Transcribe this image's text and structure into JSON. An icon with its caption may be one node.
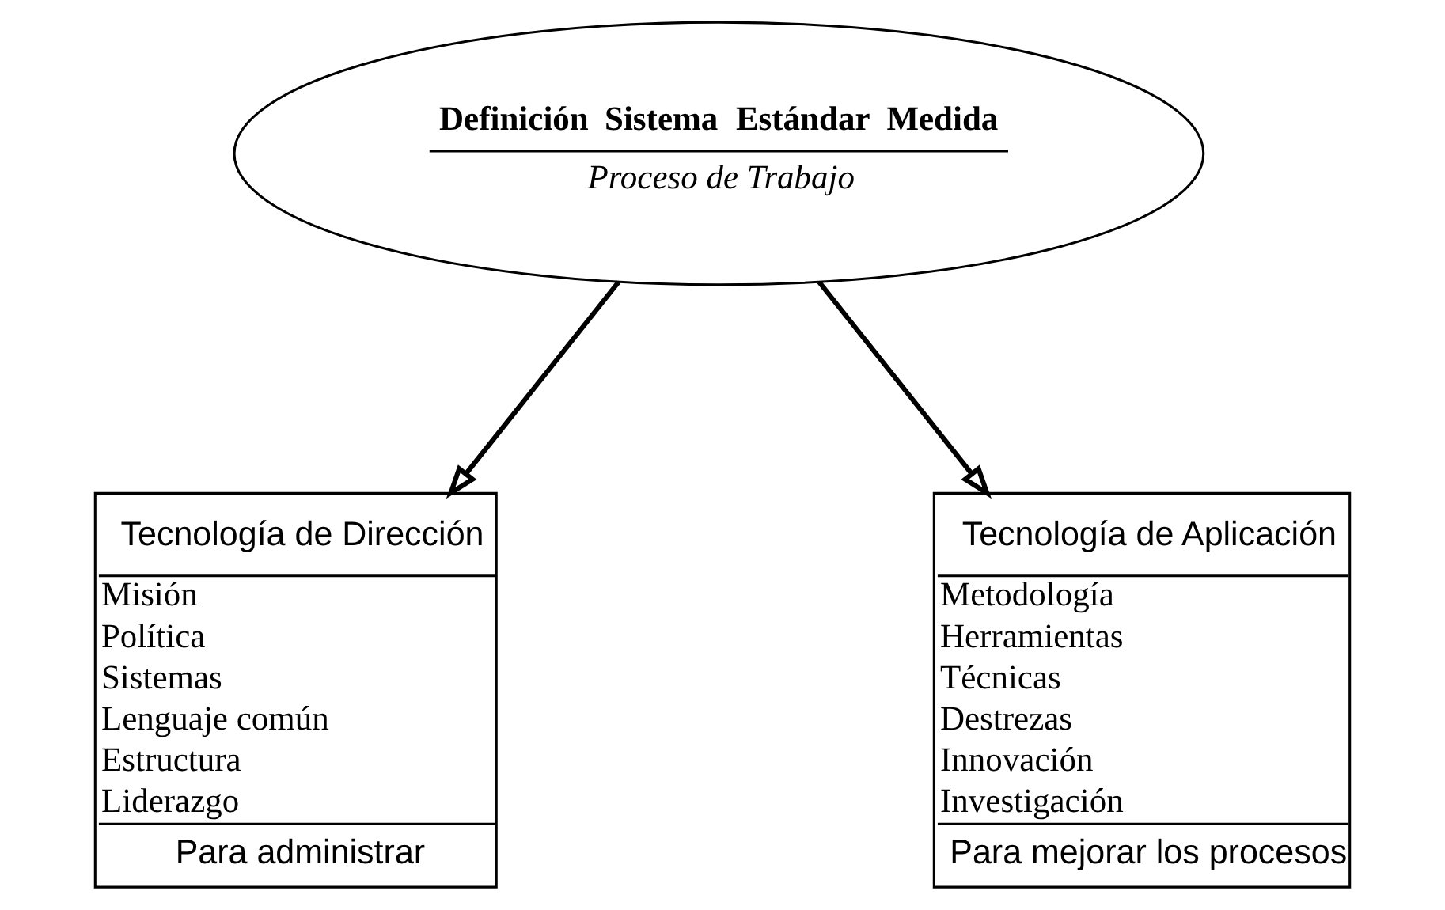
{
  "diagram": {
    "nodes": [
      {
        "text": [
          "Definición",
          "Sistema",
          "Estándar",
          "Medida",
          "Proceso de Trabajo"
        ]
      },
      {
        "text": [
          "Tecnología de Dirección",
          "Misión",
          "Política",
          "Sistemas",
          "Lenguaje común",
          "Estructura",
          "Liderazgo",
          "Para administrar"
        ]
      },
      {
        "text": [
          "Tecnología de Aplicación",
          "Metodología",
          "Herramientas",
          "Técnicas",
          "Destrezas",
          "Innovación",
          "Investigación",
          "Para mejorar los procesos"
        ]
      }
    ],
    "edges": [
      {
        "from": 0,
        "to": 1,
        "arrow": "to"
      },
      {
        "from": 0,
        "to": 2,
        "arrow": "to"
      }
    ]
  }
}
